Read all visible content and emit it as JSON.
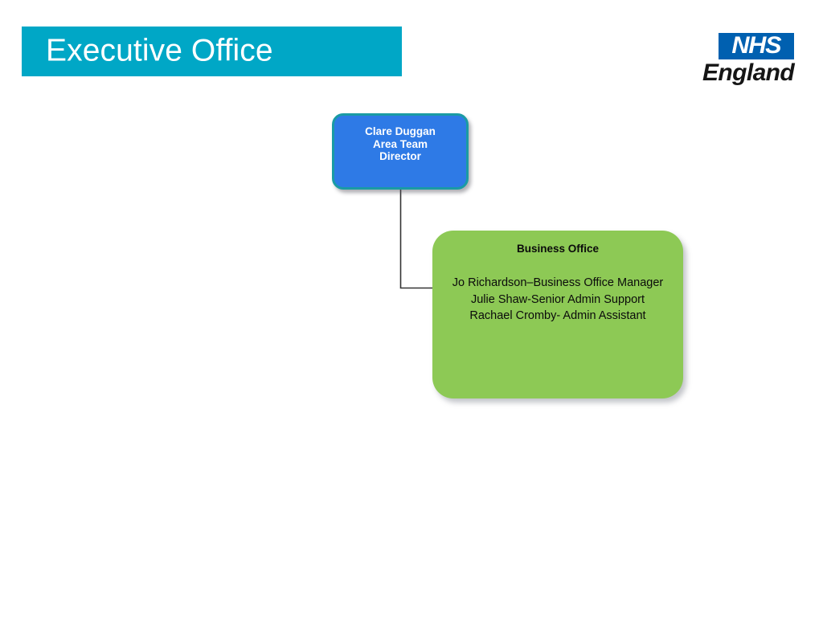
{
  "slide": {
    "background_color": "#ffffff",
    "title": "Executive Office",
    "banner_color": "#00a7c6"
  },
  "logo": {
    "name": "nhs-england-logo",
    "box_text": "NHS",
    "wordmark": "England",
    "box_color": "#0060b0",
    "wordmark_color": "#151515"
  },
  "org_chart": {
    "type": "organizational-chart",
    "nodes": [
      {
        "id": "director",
        "name": "Clare Duggan",
        "role_lines": "Clare Duggan\nArea Team\nDirector",
        "fill_color": "#2e7ae6",
        "border_color": "#1a9ba4",
        "text_color": "#ffffff"
      },
      {
        "id": "business-office",
        "heading": "Business Office",
        "staff_lines": "Jo Richardson–Business Office Manager\nJulie Shaw-Senior Admin Support\nRachael Cromby- Admin Assistant",
        "staff": [
          "Jo Richardson–Business Office Manager",
          "Julie Shaw-Senior Admin Support",
          "Rachael Cromby- Admin Assistant"
        ],
        "fill_color": "#8dc955",
        "text_color": "#0b0b0b"
      }
    ],
    "connectors": [
      {
        "from": "director",
        "to": "business-office",
        "style": "elbow",
        "color": "#333333"
      }
    ]
  }
}
